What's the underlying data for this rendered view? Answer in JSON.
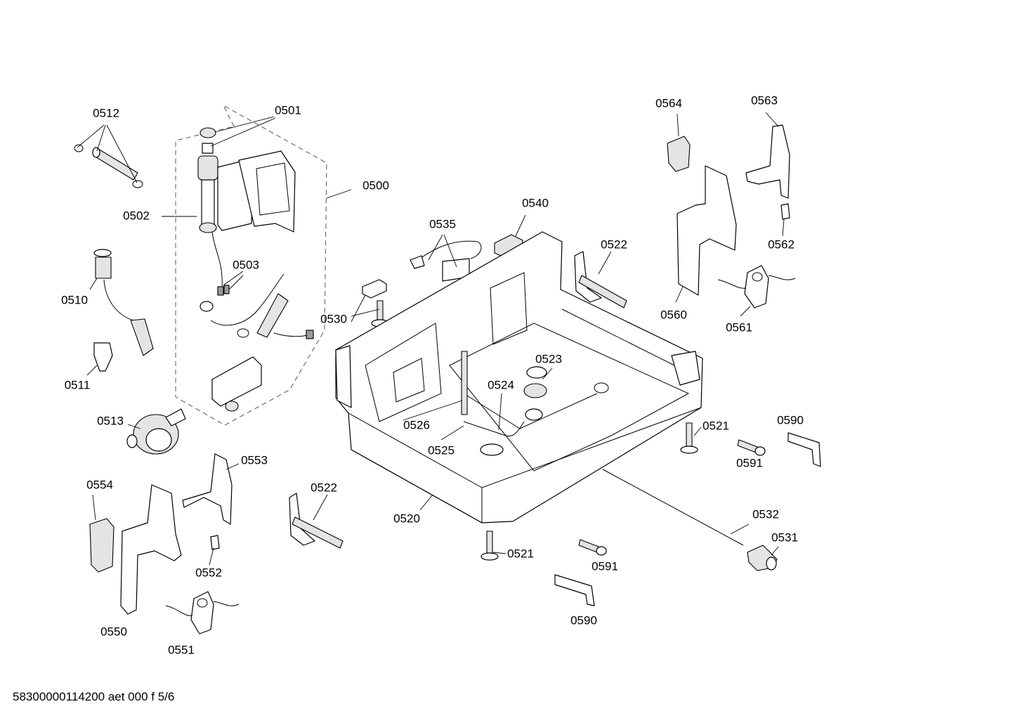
{
  "diagram": {
    "labels": [
      "0500",
      "0501",
      "0502",
      "0503",
      "0510",
      "0511",
      "0512",
      "0513",
      "0520",
      "0521",
      "0521",
      "0522",
      "0522",
      "0523",
      "0524",
      "0525",
      "0526",
      "0530",
      "0531",
      "0532",
      "0535",
      "0540",
      "0550",
      "0551",
      "0552",
      "0553",
      "0554",
      "0560",
      "0561",
      "0562",
      "0563",
      "0564",
      "0590",
      "0590",
      "0591",
      "0591"
    ]
  },
  "footer": {
    "text": "58300000114200 aet 000 f 5/6"
  }
}
